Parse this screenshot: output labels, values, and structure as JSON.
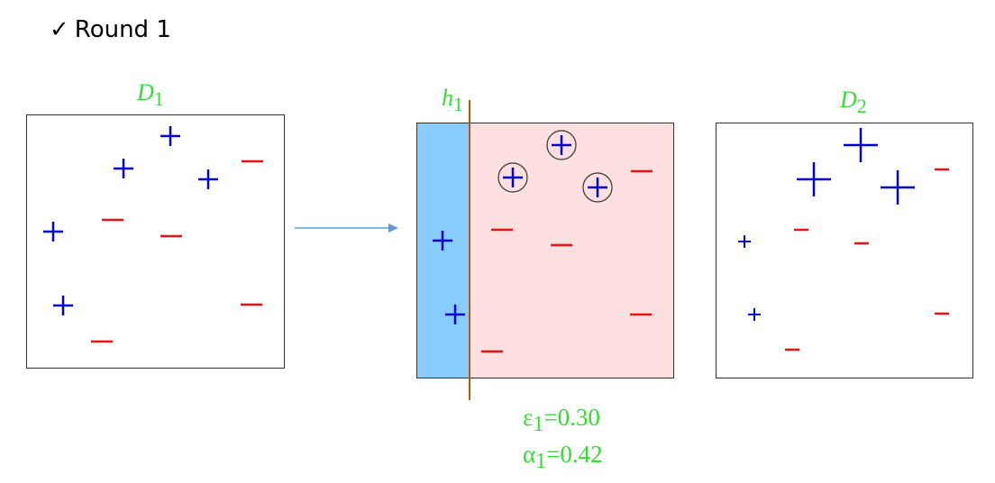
{
  "heading": {
    "check": "✓",
    "text": "Round 1"
  },
  "colors": {
    "positive": "#0000cc",
    "negative": "#ee1111",
    "label_green": "#33dd33",
    "positive_region": "#88ccff",
    "negative_region": "#ffe0e0",
    "boundary": "#b05a1a",
    "arrow": "#5b9bd5"
  },
  "panels": {
    "d1": {
      "label_letter": "D",
      "label_sub": "1"
    },
    "h1": {
      "label_letter": "h",
      "label_sub": "1"
    },
    "d2": {
      "label_letter": "D",
      "label_sub": "2"
    }
  },
  "stats": {
    "epsilon": {
      "symbol": "ε",
      "sub": "1",
      "value": "=0.30"
    },
    "alpha": {
      "symbol": "α",
      "sub": "1",
      "value": "=0.42"
    }
  },
  "markers": {
    "d1": [
      {
        "type": "plus"
      },
      {
        "type": "plus"
      },
      {
        "type": "plus"
      },
      {
        "type": "plus"
      },
      {
        "type": "plus"
      },
      {
        "type": "minus"
      },
      {
        "type": "minus"
      },
      {
        "type": "minus"
      },
      {
        "type": "minus"
      },
      {
        "type": "minus"
      }
    ],
    "h1": [
      {
        "type": "plus",
        "misclassified": true
      },
      {
        "type": "plus",
        "misclassified": true
      },
      {
        "type": "plus",
        "misclassified": true
      },
      {
        "type": "plus"
      },
      {
        "type": "plus"
      },
      {
        "type": "minus"
      },
      {
        "type": "minus"
      },
      {
        "type": "minus"
      },
      {
        "type": "minus"
      },
      {
        "type": "minus"
      }
    ],
    "d2": [
      {
        "type": "plus",
        "weight": "large"
      },
      {
        "type": "plus",
        "weight": "large"
      },
      {
        "type": "plus",
        "weight": "large"
      },
      {
        "type": "plus",
        "weight": "small"
      },
      {
        "type": "plus",
        "weight": "small"
      },
      {
        "type": "minus",
        "weight": "small"
      },
      {
        "type": "minus",
        "weight": "small"
      },
      {
        "type": "minus",
        "weight": "small"
      },
      {
        "type": "minus",
        "weight": "small"
      },
      {
        "type": "minus",
        "weight": "small"
      }
    ]
  }
}
